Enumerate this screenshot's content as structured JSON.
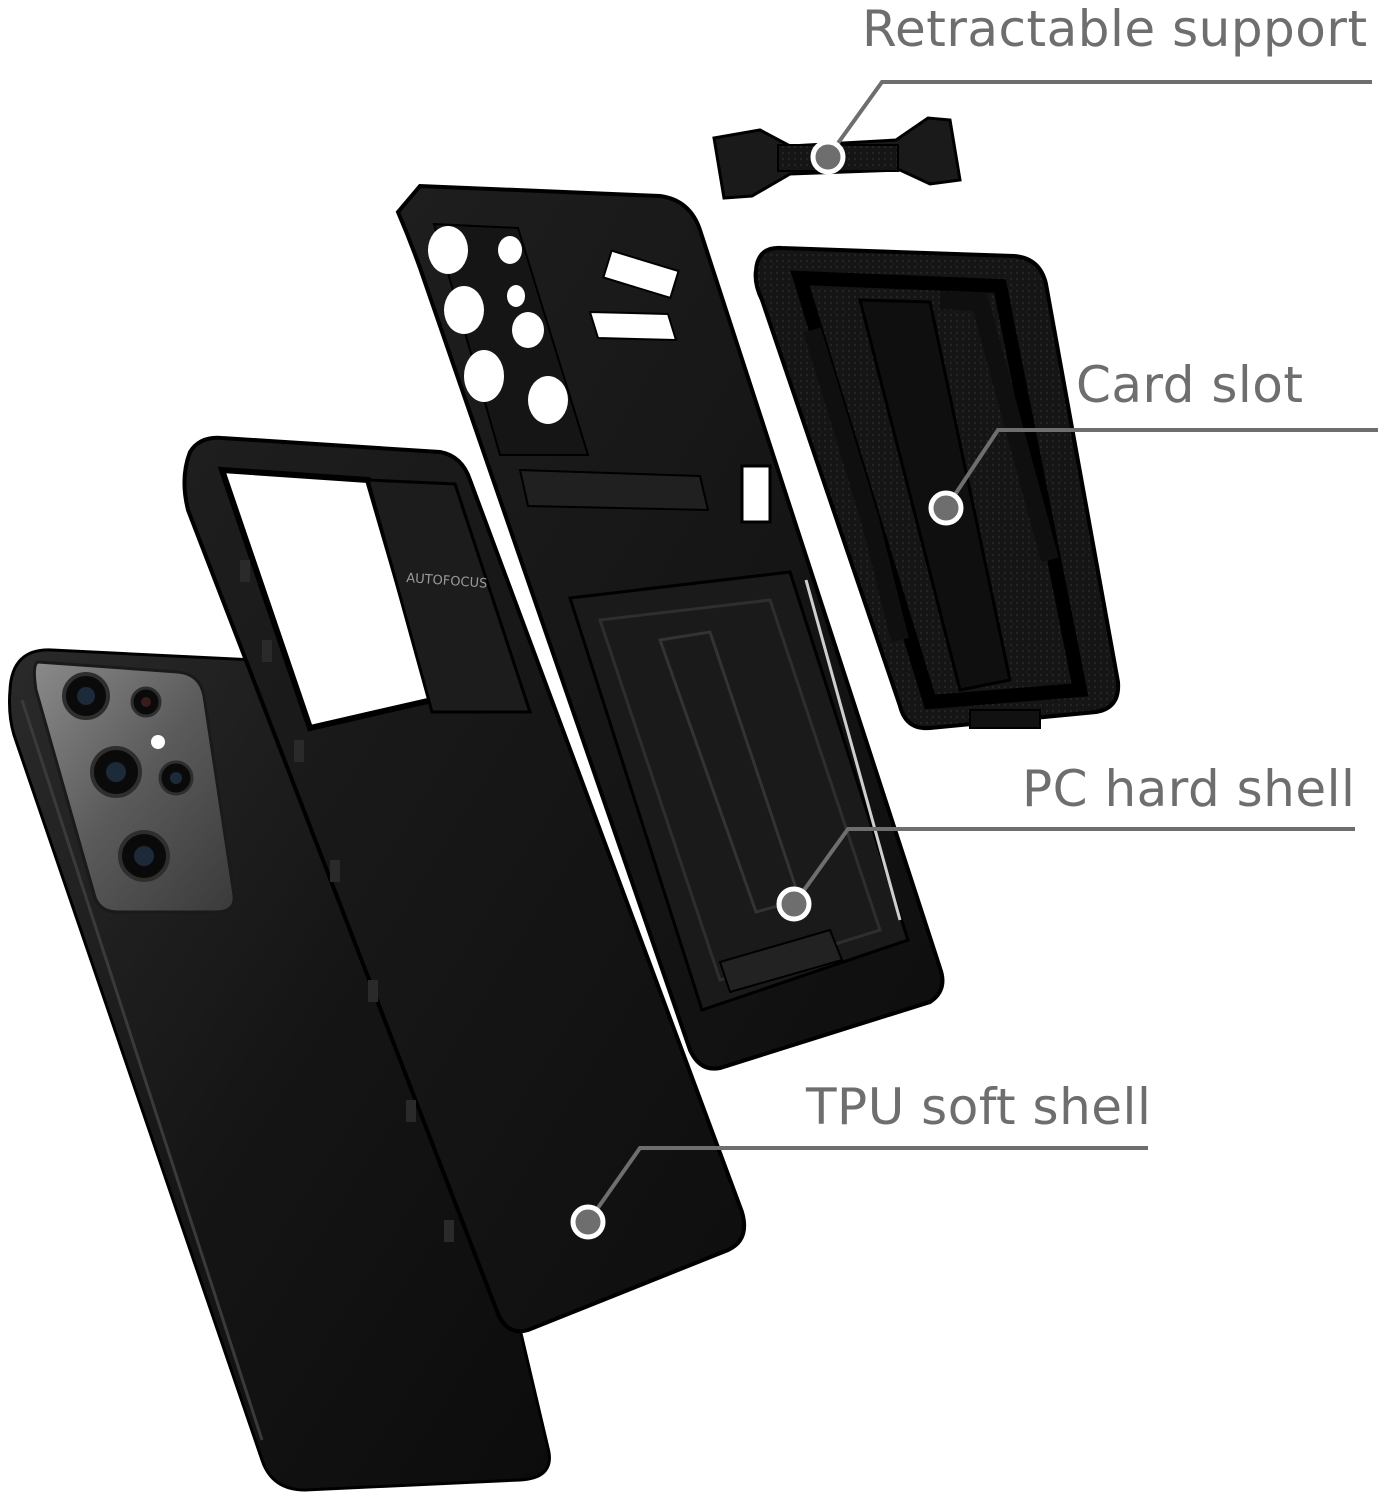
{
  "diagram": {
    "callouts": [
      {
        "id": "retractable",
        "label": "Retractable support"
      },
      {
        "id": "card",
        "label": "Card slot"
      },
      {
        "id": "pc",
        "label": "PC hard shell"
      },
      {
        "id": "tpu",
        "label": "TPU soft shell"
      }
    ],
    "engraving": "AUTOFOCUS",
    "colors": {
      "label_text": "#6e6e6e",
      "leader_line": "#6e6e6e",
      "marker_fill": "#6e6e6e",
      "marker_ring": "#ffffff",
      "product_black": "#141414",
      "background": "#ffffff"
    }
  }
}
